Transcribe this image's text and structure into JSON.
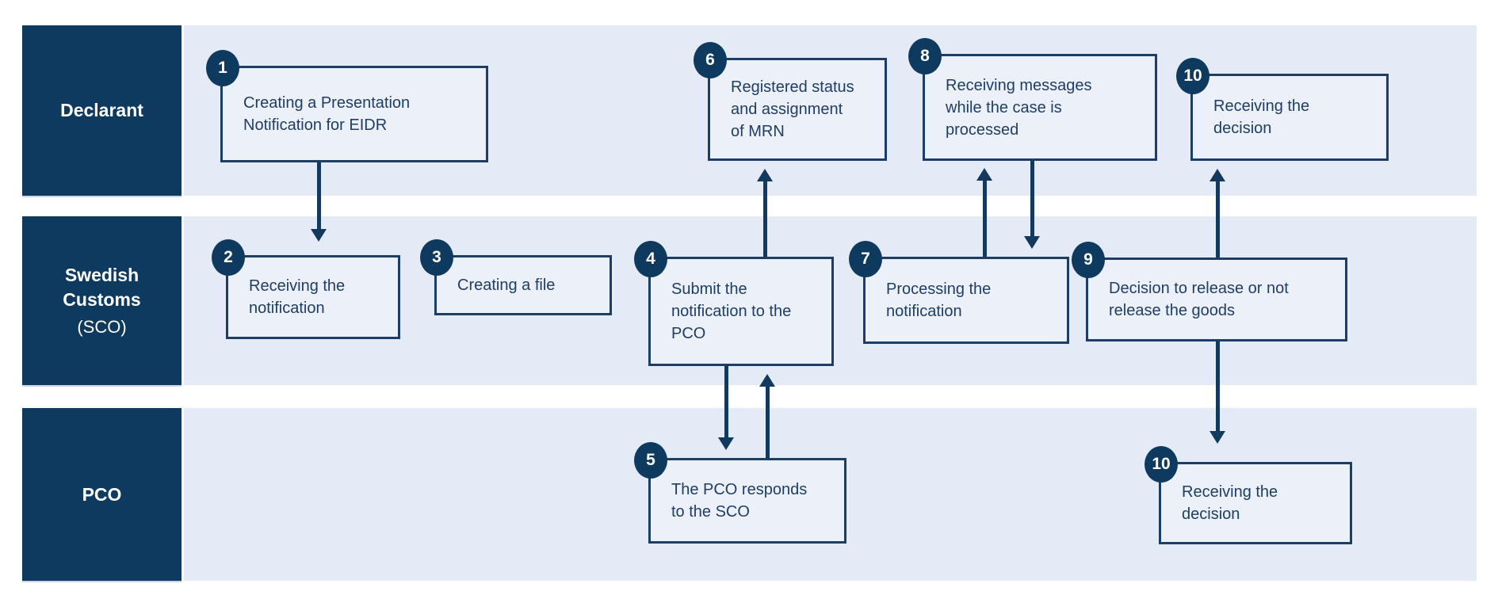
{
  "colors": {
    "navy": "#0E3A5F",
    "box_border": "#1C3E66",
    "box_text": "#1F3E66",
    "lane_background": "#E4EAF6",
    "box_background": "#EBF0F9",
    "label_text": "#FFFFFF",
    "page_background": "#FFFFFF"
  },
  "lanes": [
    {
      "id": "declarant",
      "title": "Declarant",
      "subtitle": ""
    },
    {
      "id": "sco",
      "title": "Swedish Customs",
      "subtitle": "(SCO)"
    },
    {
      "id": "pco",
      "title": "PCO",
      "subtitle": ""
    }
  ],
  "nodes": [
    {
      "id": "n1",
      "number": "1",
      "lane": "declarant",
      "lines": [
        "Creating a Presentation",
        "Notification for EIDR"
      ]
    },
    {
      "id": "n2",
      "number": "2",
      "lane": "sco",
      "lines": [
        "Receiving the",
        "notification"
      ]
    },
    {
      "id": "n3",
      "number": "3",
      "lane": "sco",
      "lines": [
        "Creating a file"
      ]
    },
    {
      "id": "n4",
      "number": "4",
      "lane": "sco",
      "lines": [
        "Submit the",
        "notification to the",
        "PCO"
      ]
    },
    {
      "id": "n5",
      "number": "5",
      "lane": "pco",
      "lines": [
        "The PCO responds",
        "to the SCO"
      ]
    },
    {
      "id": "n6",
      "number": "6",
      "lane": "declarant",
      "lines": [
        "Registered status",
        "and assignment",
        "of MRN"
      ]
    },
    {
      "id": "n7",
      "number": "7",
      "lane": "sco",
      "lines": [
        "Processing the",
        "notification"
      ]
    },
    {
      "id": "n8",
      "number": "8",
      "lane": "declarant",
      "lines": [
        "Receiving messages",
        "while the case is",
        "processed"
      ]
    },
    {
      "id": "n9",
      "number": "9",
      "lane": "sco",
      "lines": [
        "Decision to release or not",
        "release the goods"
      ]
    },
    {
      "id": "n10a",
      "number": "10",
      "lane": "declarant",
      "lines": [
        "Receiving the",
        "decision"
      ]
    },
    {
      "id": "n10b",
      "number": "10",
      "lane": "pco",
      "lines": [
        "Receiving the",
        "decision"
      ]
    }
  ],
  "edges": [
    {
      "from": "n1",
      "to": "n2"
    },
    {
      "from": "n4",
      "to": "n6"
    },
    {
      "from": "n7",
      "to": "n8"
    },
    {
      "from": "n8",
      "to": "n7"
    },
    {
      "from": "n4",
      "to": "n5"
    },
    {
      "from": "n5",
      "to": "n4"
    },
    {
      "from": "n9",
      "to": "n10a"
    },
    {
      "from": "n9",
      "to": "n10b"
    }
  ]
}
